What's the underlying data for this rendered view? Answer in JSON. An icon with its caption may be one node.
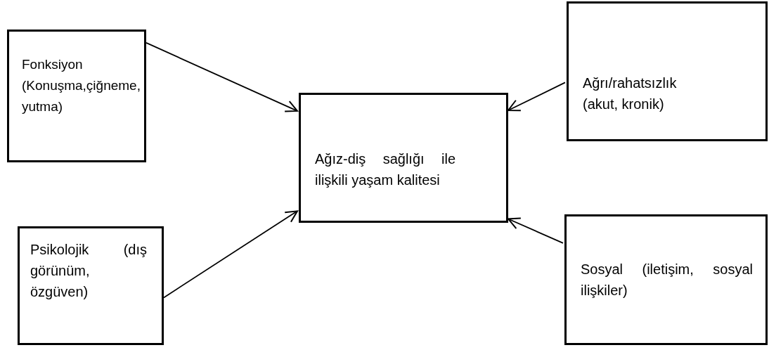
{
  "diagram": {
    "nodes": [
      {
        "text": [
          "Fonksiyon (Konuşma,çiğneme, yutma)"
        ]
      },
      {
        "text": [
          "Ağrı/rahatsızlık (akut, kronik)"
        ]
      },
      {
        "text": [
          "Ağız-diş sağlığı ile ilişkili yaşam kalitesi"
        ]
      },
      {
        "text": [
          "Psikolojik (dış görünüm, özgüven)"
        ]
      },
      {
        "text": [
          "Sosyal (iletişim, sosyal ilişkiler)"
        ]
      }
    ],
    "edges": [
      {
        "from": 0,
        "to": 2,
        "arrow": "to"
      },
      {
        "from": 1,
        "to": 2,
        "arrow": "to"
      },
      {
        "from": 3,
        "to": 2,
        "arrow": "to"
      },
      {
        "from": 4,
        "to": 2,
        "arrow": "to"
      }
    ]
  }
}
